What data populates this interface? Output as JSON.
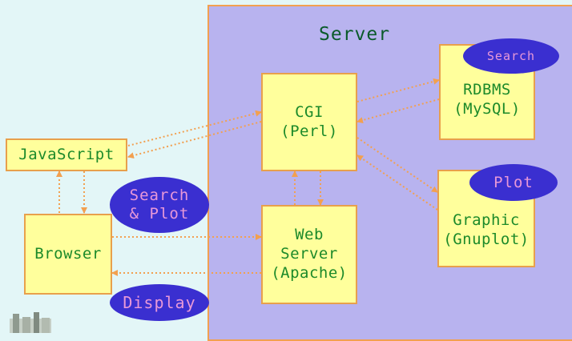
{
  "server": {
    "title": "Server"
  },
  "nodes": {
    "javascript": {
      "label": "JavaScript"
    },
    "browser": {
      "label": "Browser"
    },
    "cgi": {
      "line1": "CGI",
      "line2": "(Perl)"
    },
    "webserver": {
      "line1": "Web",
      "line2": "Server",
      "line3": "(Apache)"
    },
    "rdbms": {
      "line1": "RDBMS",
      "line2": "(MySQL)"
    },
    "graphic": {
      "line1": "Graphic",
      "line2": "(Gnuplot)"
    }
  },
  "badges": {
    "search_plot": {
      "line1": "Search",
      "line2": "& Plot"
    },
    "display": {
      "label": "Display"
    },
    "search": {
      "label": "Search"
    },
    "plot": {
      "label": "Plot"
    }
  },
  "colors": {
    "background": "#e3f6f7",
    "server_fill": "#b8b3ef",
    "box_fill": "#ffff9c",
    "box_text": "#1c8a2a",
    "arrow": "#f2a050",
    "badge_fill": "#3a2fd0",
    "badge_text": "#e898d8"
  }
}
